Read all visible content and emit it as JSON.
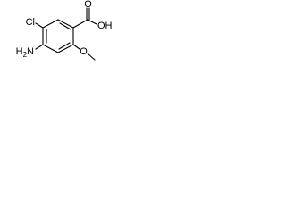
{
  "molecule": {
    "substituents": {
      "carboxylic_acid": {
        "oxygen_label": "O",
        "hydroxyl_label": "OH"
      },
      "chloro": {
        "label": "Cl"
      },
      "amino": {
        "label": "H2N",
        "main": "H",
        "subscript": "2",
        "tail": "N"
      },
      "methoxy": {
        "oxygen_label": "O",
        "methyl_label": ""
      }
    },
    "colors": {
      "bond": "#000000",
      "text": "#000000",
      "background": "#ffffff"
    }
  }
}
